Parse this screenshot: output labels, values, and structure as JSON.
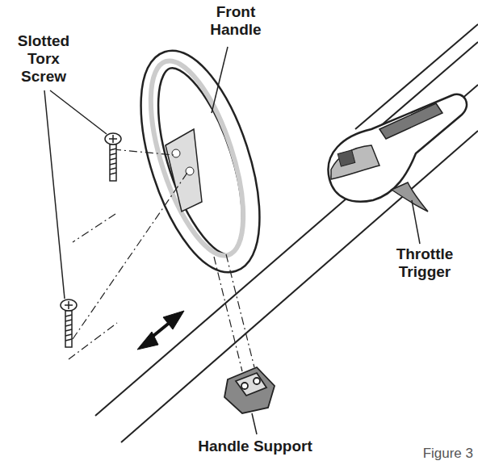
{
  "diagram": {
    "labels": [
      "Front Handle",
      "Slotted Torx Screw",
      "Throttle Trigger",
      "Handle Support",
      "Figure 3"
    ]
  }
}
